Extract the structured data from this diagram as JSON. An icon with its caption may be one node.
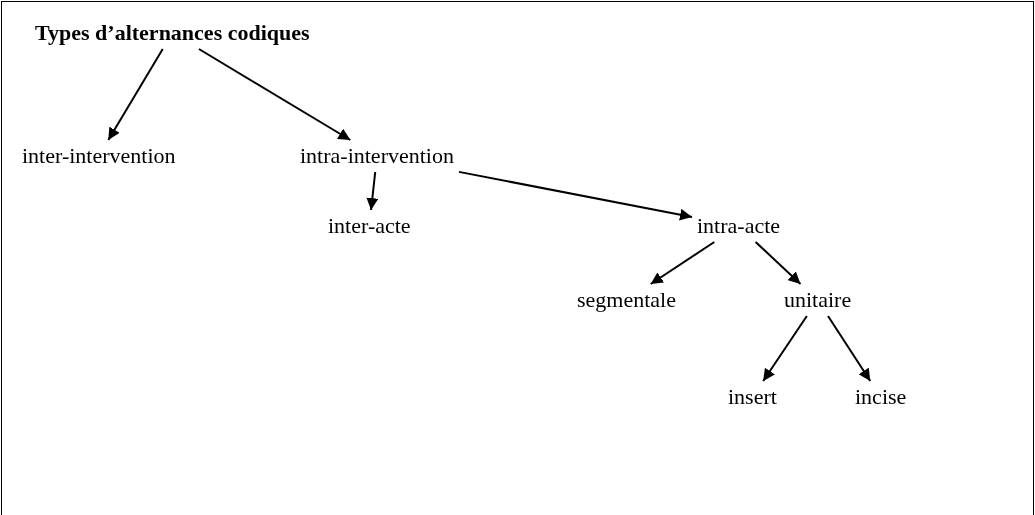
{
  "diagram": {
    "nodes": [
      {
        "text": [
          "Types d’alternances codiques"
        ]
      },
      {
        "text": [
          "inter-intervention"
        ]
      },
      {
        "text": [
          "intra-intervention"
        ]
      },
      {
        "text": [
          "inter-acte"
        ]
      },
      {
        "text": [
          "intra-acte"
        ]
      },
      {
        "text": [
          "segmentale"
        ]
      },
      {
        "text": [
          "unitaire"
        ]
      },
      {
        "text": [
          "insert"
        ]
      },
      {
        "text": [
          "incise"
        ]
      }
    ],
    "edges": [
      {
        "from": 0,
        "to": 1,
        "arrow": "to"
      },
      {
        "from": 0,
        "to": 2,
        "arrow": "to"
      },
      {
        "from": 2,
        "to": 3,
        "arrow": "to"
      },
      {
        "from": 2,
        "to": 4,
        "arrow": "to"
      },
      {
        "from": 4,
        "to": 5,
        "arrow": "to"
      },
      {
        "from": 4,
        "to": 6,
        "arrow": "to"
      },
      {
        "from": 6,
        "to": 7,
        "arrow": "to"
      },
      {
        "from": 6,
        "to": 8,
        "arrow": "to"
      }
    ]
  }
}
